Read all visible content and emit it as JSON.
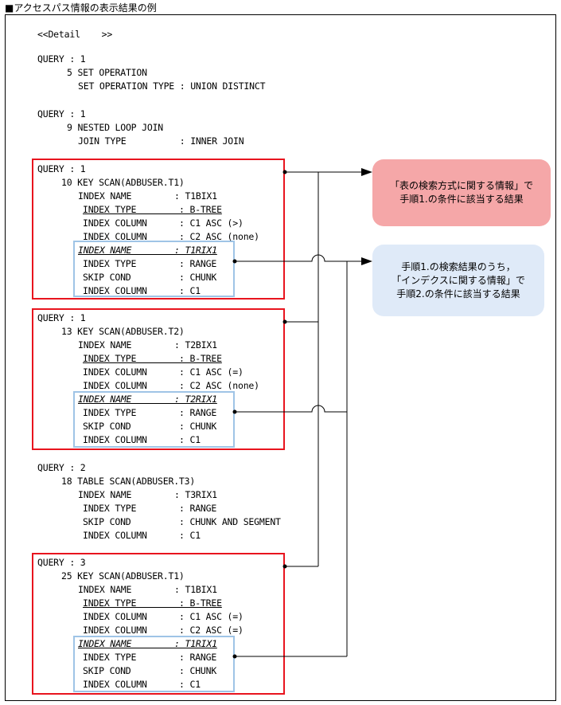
{
  "heading": "■アクセスパス情報の表示結果の例",
  "detail": "<<Detail    >>",
  "q1": {
    "query": "QUERY : 1",
    "op": "5 SET OPERATION",
    "type": "SET OPERATION TYPE : UNION DISTINCT"
  },
  "q2": {
    "query": "QUERY : 1",
    "op": "9 NESTED LOOP JOIN",
    "type": "JOIN TYPE          : INNER JOIN"
  },
  "blocks": {
    "b1": {
      "query": "QUERY : 1",
      "op": "10 KEY SCAN(ADBUSER.T1)",
      "lines": [
        "INDEX NAME        : T1BIX1",
        "INDEX TYPE        : B-TREE",
        "INDEX COLUMN      : C1 ASC (>)",
        "INDEX COLUMN      : C2 ASC (none)",
        "INDEX NAME        : T1RIX1",
        "INDEX TYPE        : RANGE",
        "SKIP COND         : CHUNK",
        "INDEX COLUMN      : C1"
      ]
    },
    "b2": {
      "query": "QUERY : 1",
      "op": "13 KEY SCAN(ADBUSER.T2)",
      "lines": [
        "INDEX NAME        : T2BIX1",
        "INDEX TYPE        : B-TREE",
        "INDEX COLUMN      : C1 ASC (=)",
        "INDEX COLUMN      : C2 ASC (none)",
        "INDEX NAME        : T2RIX1",
        "INDEX TYPE        : RANGE",
        "SKIP COND         : CHUNK",
        "INDEX COLUMN      : C1"
      ]
    },
    "b3": {
      "query": "QUERY : 2",
      "op": "18 TABLE SCAN(ADBUSER.T3)",
      "lines": [
        "INDEX NAME        : T3RIX1",
        "INDEX TYPE        : RANGE",
        "SKIP COND         : CHUNK AND SEGMENT",
        "INDEX COLUMN      : C1"
      ]
    },
    "b4": {
      "query": "QUERY : 3",
      "op": "25 KEY SCAN(ADBUSER.T1)",
      "lines": [
        "INDEX NAME        : T1BIX1",
        "INDEX TYPE        : B-TREE",
        "INDEX COLUMN      : C1 ASC (=)",
        "INDEX COLUMN      : C2 ASC (=)",
        "INDEX NAME        : T1RIX1",
        "INDEX TYPE        : RANGE",
        "SKIP COND         : CHUNK",
        "INDEX COLUMN      : C1"
      ]
    }
  },
  "callouts": {
    "red": [
      "「表の検索方式に関する情報」で",
      "手順1.の条件に該当する結果"
    ],
    "blue": [
      "手順1.の検索結果のうち，",
      "「インデクスに関する情報」で",
      "手順2.の条件に該当する結果"
    ]
  },
  "colors": {
    "red_box": "#e8141e",
    "blue_box": "#9fc4e6",
    "red_callout": "#f5a7a8",
    "blue_callout": "#dfeaf8"
  }
}
